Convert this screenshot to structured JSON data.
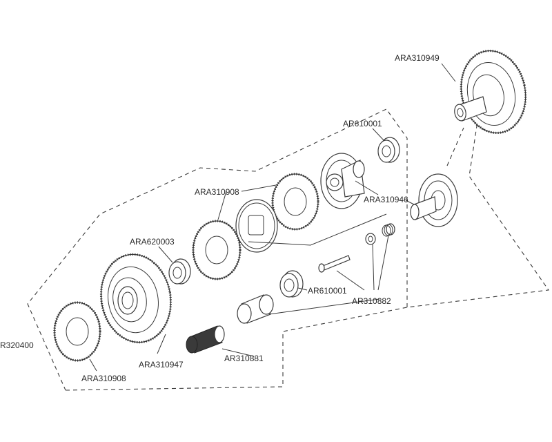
{
  "labels": {
    "ara310949": "ARA310949",
    "ar610001_top": "AR610001",
    "ara310908_top": "ARA310908",
    "ara310946": "ARA310946",
    "ara620003": "ARA620003",
    "ar610001_mid": "AR610001",
    "ar310882": "AR310882",
    "ar320400": "R320400",
    "ara310947": "ARA310947",
    "ar310881": "AR310881",
    "ara310908_bottom": "ARA310908"
  }
}
